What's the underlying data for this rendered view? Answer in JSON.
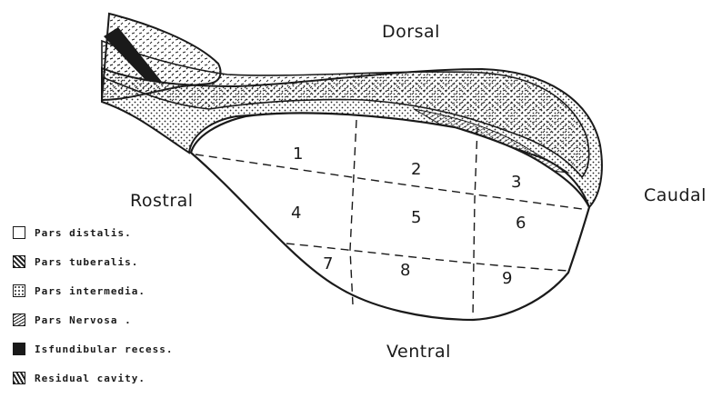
{
  "directions": {
    "dorsal": "Dorsal",
    "ventral": "Ventral",
    "rostral": "Rostral",
    "caudal": "Caudal"
  },
  "regions": [
    "1",
    "2",
    "3",
    "4",
    "5",
    "6",
    "7",
    "8",
    "9"
  ],
  "legend": [
    {
      "label": "Pars  distalis.",
      "swatch": "empty"
    },
    {
      "label": "Pars   tuberalis.",
      "swatch": "tuberalis"
    },
    {
      "label": "Pars  intermedia.",
      "swatch": "intermedia"
    },
    {
      "label": "Pars  Nervosa .",
      "swatch": "nervosa"
    },
    {
      "label": "Isfundibular recess.",
      "swatch": "solid"
    },
    {
      "label": "Residual   cavity.",
      "swatch": "hatched"
    }
  ]
}
